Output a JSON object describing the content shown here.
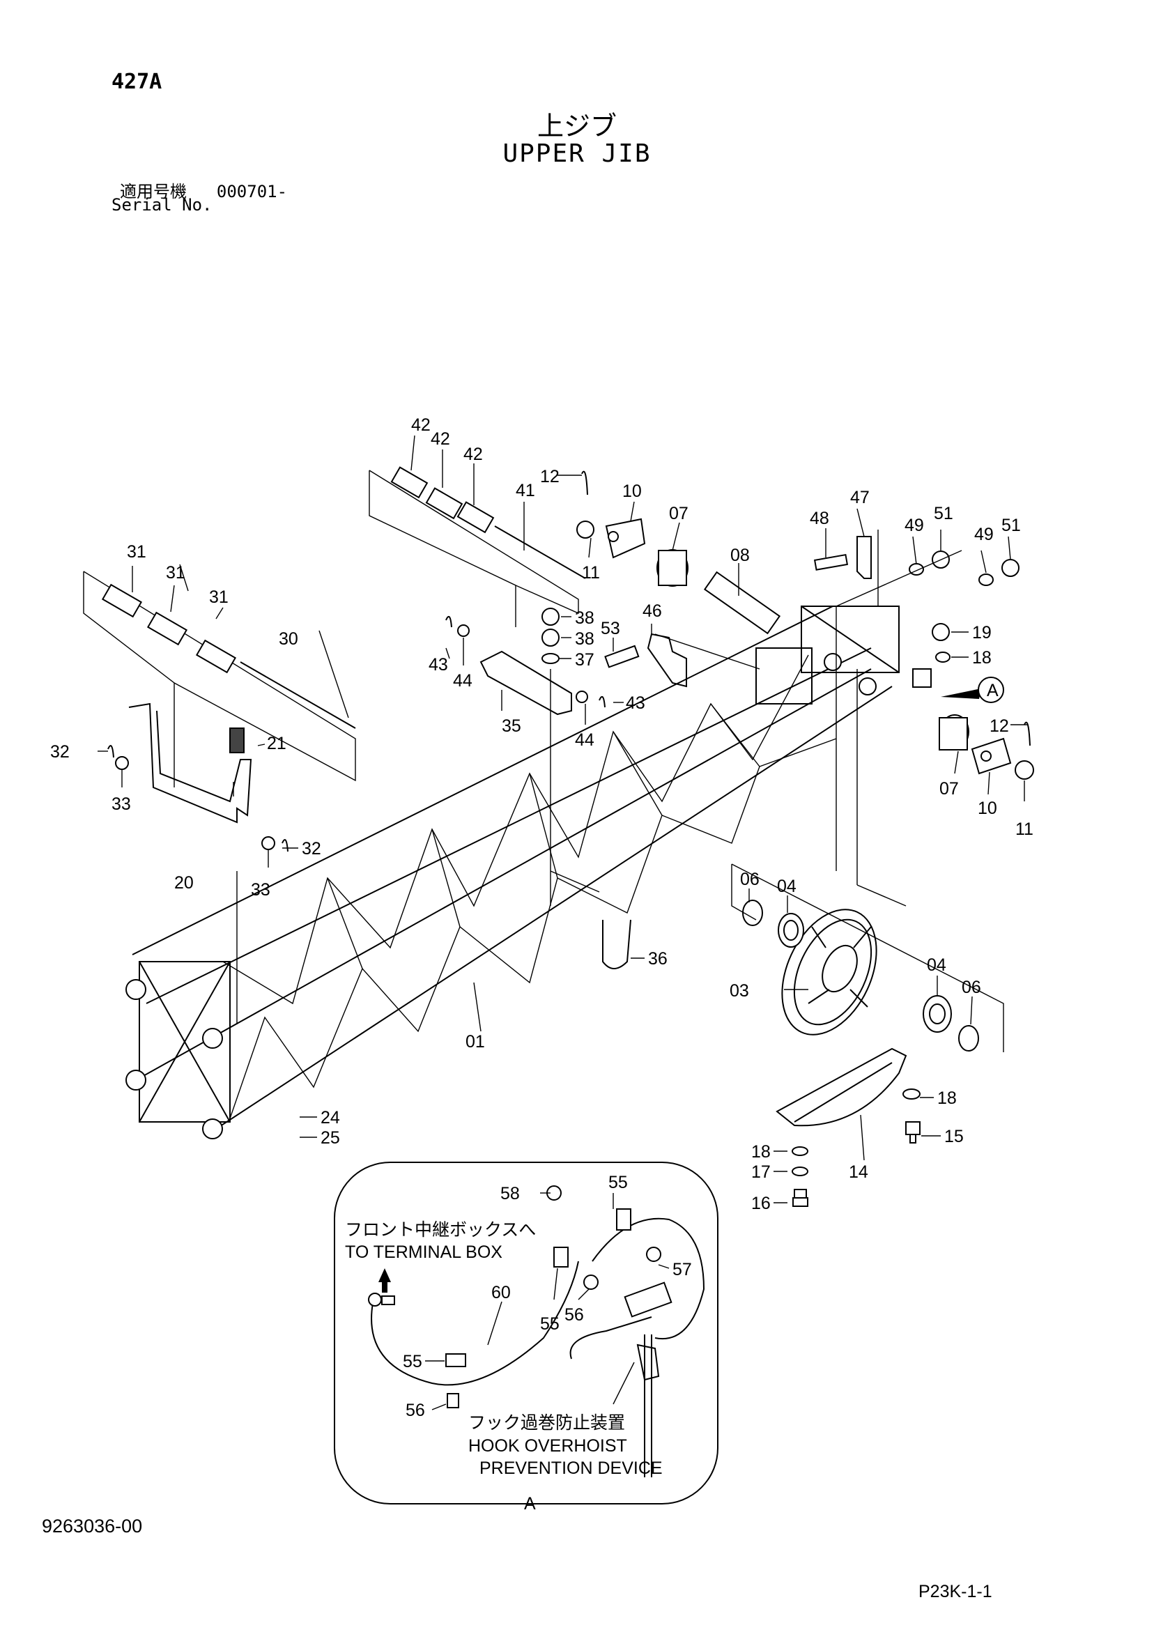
{
  "page_code": "427A",
  "title_jp": "上ジブ",
  "title_en": "UPPER JIB",
  "serial_label_jp": "適用号機",
  "serial_value": "000701-",
  "serial_label_en": "Serial No.",
  "doc_number": "9263036-00",
  "page_ref": "P23K-1-1",
  "view_marker": "A",
  "detail": {
    "terminal_box_jp": "フロント中継ボックスへ",
    "terminal_box_en": "TO TERMINAL BOX",
    "device_jp": "フック過巻防止装置",
    "device_en_1": "HOOK OVERHOIST",
    "device_en_2": "PREVENTION DEVICE",
    "view_label": "A"
  },
  "callouts": {
    "c01": "01",
    "c03": "03",
    "c04a": "04",
    "c04b": "04",
    "c06a": "06",
    "c06b": "06",
    "c07a": "07",
    "c07b": "07",
    "c08": "08",
    "c10a": "10",
    "c10b": "10",
    "c11a": "11",
    "c11b": "11",
    "c12a": "12",
    "c12b": "12",
    "c14": "14",
    "c15": "15",
    "c16": "16",
    "c17": "17",
    "c18a": "18",
    "c18b": "18",
    "c18c": "18",
    "c19": "19",
    "c20": "20",
    "c21": "21",
    "c24": "24",
    "c25": "25",
    "c30": "30",
    "c31a": "31",
    "c31b": "31",
    "c31c": "31",
    "c32a": "32",
    "c32b": "32",
    "c33a": "33",
    "c33b": "33",
    "c35": "35",
    "c36": "36",
    "c37": "37",
    "c38a": "38",
    "c38b": "38",
    "c41": "41",
    "c42a": "42",
    "c42b": "42",
    "c42c": "42",
    "c43a": "43",
    "c43b": "43",
    "c44a": "44",
    "c44b": "44",
    "c46": "46",
    "c47": "47",
    "c48": "48",
    "c49a": "49",
    "c49b": "49",
    "c51a": "51",
    "c51b": "51",
    "c53": "53",
    "c55a": "55",
    "c55b": "55",
    "c55c": "55",
    "c56a": "56",
    "c56b": "56",
    "c57": "57",
    "c58": "58",
    "c60": "60"
  }
}
